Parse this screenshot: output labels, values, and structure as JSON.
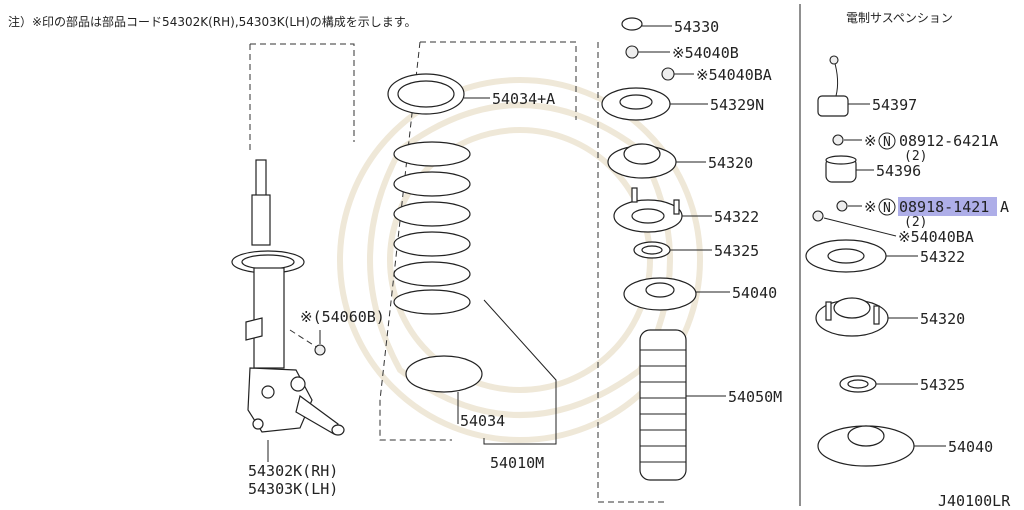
{
  "note": "注）※印の部品は部品コード54302K(RH),54303K(LH)の構成を示します。",
  "section_title": "電制サスペンション",
  "drawing_id": "J40100LR",
  "highlight_color": "#6b6bd6",
  "labels": {
    "p54330": "54330",
    "p54040B": "※54040B",
    "p54040BA_top": "※54040BA",
    "p54034A": "54034+A",
    "p54329N": "54329N",
    "p54320_mid": "54320",
    "p54322_mid": "54322",
    "p54325_mid": "54325",
    "p54040_mid": "54040",
    "p54060B": "※(54060B)",
    "p54050M": "54050M",
    "p54034": "54034",
    "p54010M": "54010M",
    "p54302K": "54302K(RH)",
    "p54303K": "54303K(LH)",
    "p54397": "54397",
    "p08912_prefix": "※",
    "p08912_circle": "N",
    "p08912_num": "08912-6421A",
    "p08912_qty": "(2)",
    "p54396": "54396",
    "p08918_prefix": "※",
    "p08918_circle": "N",
    "p08918_num_sel": "08918-1421",
    "p08918_num_rest": "A",
    "p08918_qty": "(2)",
    "p54040BA_right": "※54040BA",
    "p54322_right": "54322",
    "p54320_right": "54320",
    "p54325_right": "54325",
    "p54040_right": "54040"
  }
}
